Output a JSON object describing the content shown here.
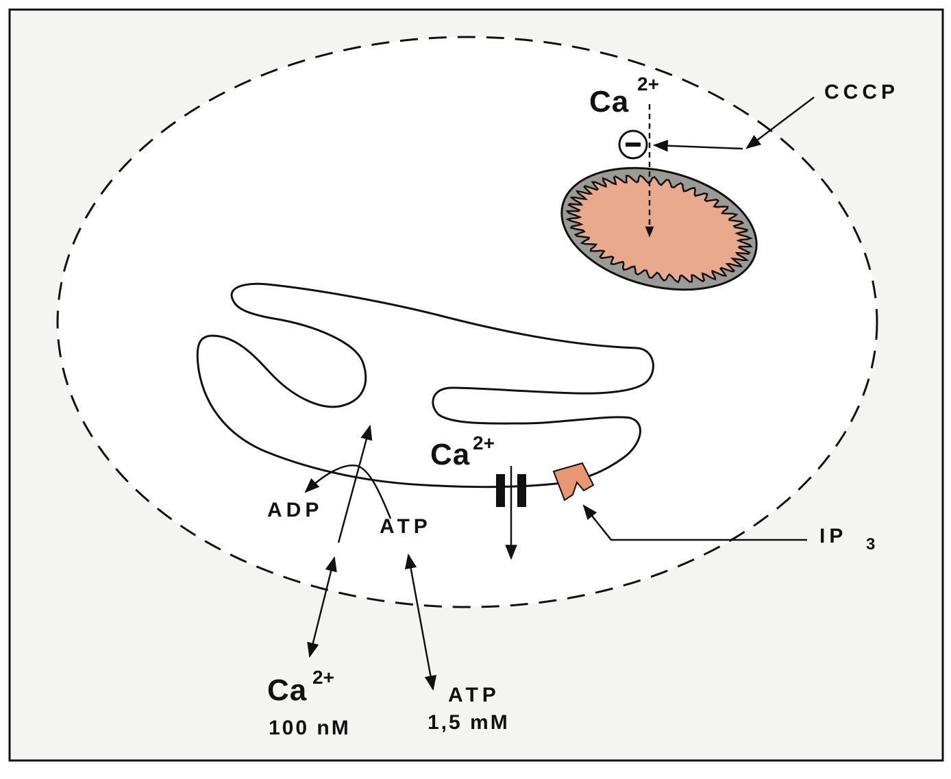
{
  "colors": {
    "frame_fill": "#f4f4f2",
    "cell_fill": "#ffffff",
    "outline": "#111111",
    "mitochondrion_fill": "#e9a98c",
    "mitochondrion_border": "#9a9a96",
    "receptor_fill": "#e99770"
  },
  "labels": {
    "ca_top": "Ca",
    "ca_top_sup": "2+",
    "cccp": "CCCP",
    "ca_channel": "Ca",
    "ca_channel_sup": "2+",
    "adp": "ADP",
    "atp_inner": "ATP",
    "ip3": "IP",
    "ip3_sub": "3",
    "ca_out": "Ca",
    "ca_out_sup": "2+",
    "ca_out_conc": "100 nM",
    "atp_out": "ATP",
    "atp_out_conc": "1,5 mM"
  },
  "icons": {
    "inhibition": "minus-circle-icon"
  },
  "inhibition_symbol": "−"
}
